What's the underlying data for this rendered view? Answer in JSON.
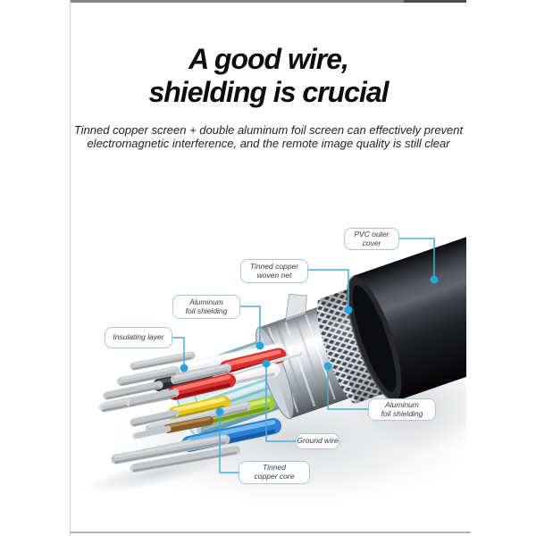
{
  "header": {
    "title_line1": "A good wire,",
    "title_line2": "shielding is crucial",
    "subtitle_line1": "Tinned copper screen + double aluminum foil screen can effectively prevent",
    "subtitle_line2": "electromagnetic interference, and the remote image quality is still clear"
  },
  "diagram": {
    "callouts": [
      {
        "name": "pvc-outer-cover",
        "line1": "PVC outer cover",
        "line2": ""
      },
      {
        "name": "tinned-copper-woven-net",
        "line1": "Tinned copper",
        "line2": "woven net"
      },
      {
        "name": "aluminum-foil-shielding-left",
        "line1": "Aluminum",
        "line2": "foil shielding"
      },
      {
        "name": "insulating-layer",
        "line1": "Insulating layer",
        "line2": ""
      },
      {
        "name": "aluminum-foil-shielding-right",
        "line1": "Aluminum",
        "line2": "foil shielding"
      },
      {
        "name": "ground-wire",
        "line1": "Ground wire",
        "line2": ""
      },
      {
        "name": "tinned-copper-core",
        "line1": "Tinned",
        "line2": "copper core"
      }
    ],
    "colors": {
      "callout_border": "#a3cbdd",
      "callout_line": "#49aeda",
      "callout_dot": "#2aa3d9",
      "jacket_black": "#1a1b1e",
      "foil_silver": "#d9dee2",
      "mesh_silver": "#c9d0d5",
      "bundle_cyan": "#bfe9ee",
      "wire_red": "#d92f2f",
      "wire_yellow": "#e6c51c",
      "wire_green": "#a3cc33",
      "wire_blue": "#2a7fd6",
      "wire_brown": "#8a5a2a"
    }
  }
}
